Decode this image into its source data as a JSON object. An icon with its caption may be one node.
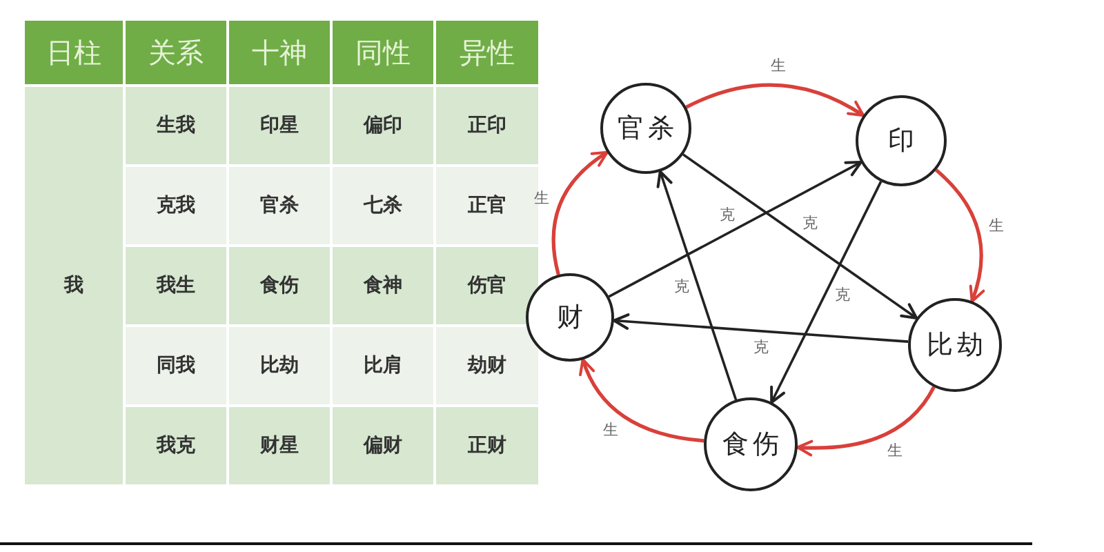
{
  "diagram": {
    "nodes": [
      {
        "text": [
          "官杀"
        ]
      },
      {
        "text": [
          "印"
        ]
      },
      {
        "text": [
          "财"
        ]
      },
      {
        "text": [
          "比劫"
        ]
      },
      {
        "text": [
          "食伤"
        ]
      }
    ],
    "edges": [
      {
        "from": 0,
        "to": 1,
        "arrow": "to",
        "label": "生",
        "color": "#d9403a"
      },
      {
        "from": 1,
        "to": 3,
        "arrow": "to",
        "label": "生",
        "color": "#d9403a"
      },
      {
        "from": 3,
        "to": 4,
        "arrow": "to",
        "label": "生",
        "color": "#d9403a"
      },
      {
        "from": 4,
        "to": 2,
        "arrow": "to",
        "label": "生",
        "color": "#d9403a"
      },
      {
        "from": 2,
        "to": 0,
        "arrow": "to",
        "label": "生",
        "color": "#d9403a"
      },
      {
        "from": 0,
        "to": 3,
        "arrow": "to",
        "label": "克",
        "color": "#222222"
      },
      {
        "from": 3,
        "to": 2,
        "arrow": "to",
        "label": "克",
        "color": "#222222"
      },
      {
        "from": 2,
        "to": 1,
        "arrow": "to",
        "label": "克",
        "color": "#222222"
      },
      {
        "from": 1,
        "to": 4,
        "arrow": "to",
        "label": "克",
        "color": "#222222"
      },
      {
        "from": 4,
        "to": 0,
        "arrow": "to",
        "label": "克",
        "color": "#222222"
      }
    ],
    "labels": [
      "日柱",
      "关系",
      "十神",
      "同性",
      "异性",
      "我",
      "生我",
      "印星",
      "偏印",
      "正印",
      "克我",
      "官杀",
      "七杀",
      "正官",
      "我生",
      "食伤",
      "食神",
      "伤官",
      "同我",
      "比劫",
      "比肩",
      "劫财",
      "我克",
      "财星",
      "偏财",
      "正财"
    ]
  }
}
